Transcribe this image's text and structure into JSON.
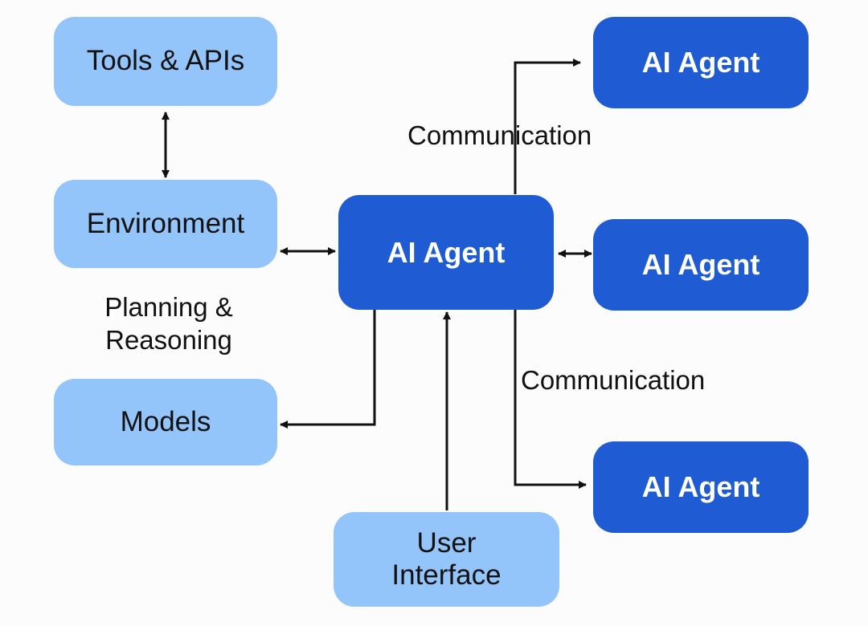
{
  "nodes": {
    "tools": "Tools & APIs",
    "environment": "Environment",
    "models": "Models",
    "central_agent": "AI Agent",
    "agent_top": "AI Agent",
    "agent_mid": "AI Agent",
    "agent_bottom": "AI Agent",
    "user_interface_line1": "User",
    "user_interface_line2": "Interface"
  },
  "labels": {
    "communication_top": "Communication",
    "communication_bottom": "Communication",
    "planning_line1": "Planning &",
    "planning_line2": "Reasoning"
  },
  "colors": {
    "light_node": "#93c5fb",
    "dark_node": "#1f5bd2",
    "connector": "#111111"
  }
}
